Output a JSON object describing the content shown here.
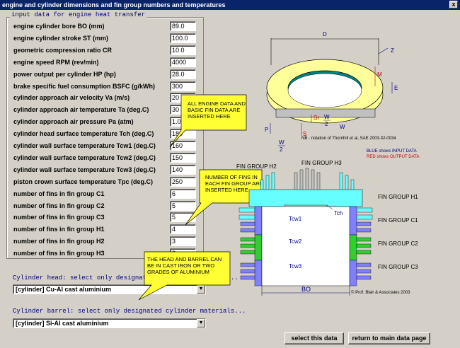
{
  "window": {
    "title": "engine and cylinder dimensions and fin group numbers and temperatures",
    "close_label": "x"
  },
  "input_group": {
    "title": "input data for engine heat transfer",
    "rows": [
      {
        "label": "engine cylinder bore BO (mm)",
        "value": "89.0"
      },
      {
        "label": "engine cylinder stroke ST (mm)",
        "value": "100.0"
      },
      {
        "label": "geometric compression ratio CR",
        "value": "10.0"
      },
      {
        "label": "engine speed RPM (rev/min)",
        "value": "4000"
      },
      {
        "label": "power output per cylinder HP (hp)",
        "value": "28.0"
      },
      {
        "label": "brake specific fuel consumption BSFC (g/kWh)",
        "value": "300"
      },
      {
        "label": "cylinder approach air velocity Va (m/s)",
        "value": "20"
      },
      {
        "label": "cylinder approach air temperature Ta (deg.C)",
        "value": "30"
      },
      {
        "label": "cylinder approach air pressure Pa (atm)",
        "value": "1.0"
      },
      {
        "label": "cylinder head surface temperature Tch (deg.C)",
        "value": "180"
      },
      {
        "label": "cylinder wall surface temperature Tcw1 (deg.C)",
        "value": "160"
      },
      {
        "label": "cylinder wall surface temperature Tcw2 (deg.C)",
        "value": "150"
      },
      {
        "label": "cylinder wall surface temperature Tcw3 (deg.C)",
        "value": "140"
      },
      {
        "label": "piston crown surface temperature Tpc (deg.C)",
        "value": "250"
      },
      {
        "label": "number of fins in fin group C1",
        "value": "6"
      },
      {
        "label": "number of fins in fin group C2",
        "value": "5"
      },
      {
        "label": "number of fins in fin group C3",
        "value": "5"
      },
      {
        "label": "number of fins in fin group H1",
        "value": "4"
      },
      {
        "label": "number of fins in fin group H2",
        "value": "3"
      },
      {
        "label": "number of fins in fin group H3",
        "value": "2"
      }
    ]
  },
  "head": {
    "label": "Cylinder head: select only designated cylinder materials...",
    "selected": "[cylinder] Cu-Al cast aluminium"
  },
  "barrel": {
    "label": "Cylinder barrel: select only designated cylinder materials...",
    "selected": "[cylinder] Si-Al cast aluminium"
  },
  "buttons": {
    "select": "select this data",
    "return": "return to main data page"
  },
  "callouts": {
    "engine": "ALL ENGINE DATA AND\nBASIC FIN DATA ARE\nINSERTED HERE",
    "fins": "NUMBER OF FINS IN\nEACH FIN GROUP ARE\nINSERTED HERE",
    "material": "THE HEAD AND BARREL CAN\nBE IN CAST IRON OR TWO\nGRADES OF ALUMINIUM"
  },
  "fin_diagram": {
    "labels": {
      "D": "D",
      "Z": "Z",
      "M": "M",
      "E": "E",
      "Sr": "Sr",
      "S": "S",
      "P": "P",
      "W": "W",
      "W2": "W",
      "two": "2",
      "W2b": "W",
      "two_b": "2"
    },
    "note": "NB - notation of Thornhill et al, SAE 2003-32-0034",
    "blue_note": "BLUE shows INPUT DATA",
    "red_note": "RED shows OUTPUT DATA"
  },
  "cyl_diagram": {
    "fg_h2": "FIN GROUP H2",
    "fg_h3": "FIN GROUP H3",
    "fg_h1": "FIN GROUP H1",
    "fg_c1": "FIN GROUP C1",
    "fg_c2": "FIN GROUP C2",
    "fg_c3": "FIN GROUP C3",
    "tch": "Tch",
    "tcw1": "Tcw1",
    "tcw2": "Tcw2",
    "tcw3": "Tcw3",
    "bo": "BO",
    "copyright": "© Prof. Blair & Associates 2003"
  },
  "colors": {
    "title_bg": "#0a246a",
    "callout_fill": "#ffff33",
    "fin_yellow": "#ffff99",
    "head_teal": "#008080",
    "cyl_cyan": "#66ffff",
    "cyl_blue": "#8080ff",
    "cyl_green": "#33cc33"
  }
}
